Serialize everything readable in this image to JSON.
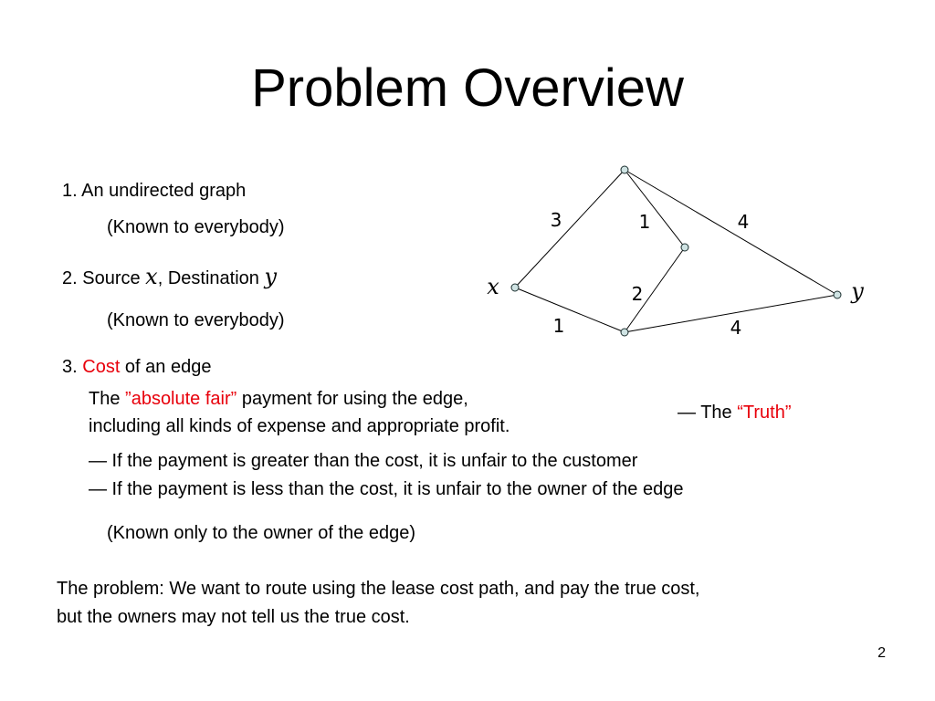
{
  "slide": {
    "title": "Problem Overview",
    "page_number": "2"
  },
  "items": {
    "item1": {
      "text": "1. An undirected graph",
      "note": "(Known to everybody)"
    },
    "item2": {
      "prefix": "2. Source ",
      "source_symbol": "x",
      "middle": ", Destination ",
      "dest_symbol": "y",
      "note": "(Known to everybody)"
    },
    "item3": {
      "number": "3. ",
      "highlight": "Cost",
      "rest": " of an edge",
      "def_line1_pre": "The ",
      "def_line1_highlight": "”absolute fair”",
      "def_line1_post": " payment for using the edge,",
      "def_line2": "including all kinds of expense and appropriate profit.",
      "truth_pre": "— The ",
      "truth_highlight": "“Truth”",
      "bullet1": "— If the payment is greater than the cost, it is unfair to the customer",
      "bullet2": "— If the payment is less than the cost, it is unfair to the owner of the edge",
      "note": "(Known only to the owner of the edge)"
    }
  },
  "problem": {
    "line1": "The problem: We want to route using the lease cost path, and pay the true cost,",
    "line2": "but the owners may not tell us the true cost."
  },
  "graph": {
    "node_color": "#cfe3e3",
    "nodes": [
      {
        "id": "x",
        "label": "x"
      },
      {
        "id": "top",
        "label": ""
      },
      {
        "id": "mid",
        "label": ""
      },
      {
        "id": "bottom",
        "label": ""
      },
      {
        "id": "y",
        "label": "y"
      }
    ],
    "edges": [
      {
        "from": "x",
        "to": "top",
        "weight": "3"
      },
      {
        "from": "top",
        "to": "mid",
        "weight": "1"
      },
      {
        "from": "top",
        "to": "y",
        "weight": "4"
      },
      {
        "from": "mid",
        "to": "bottom",
        "weight": "2"
      },
      {
        "from": "x",
        "to": "bottom",
        "weight": "1"
      },
      {
        "from": "bottom",
        "to": "y",
        "weight": "4"
      }
    ]
  }
}
